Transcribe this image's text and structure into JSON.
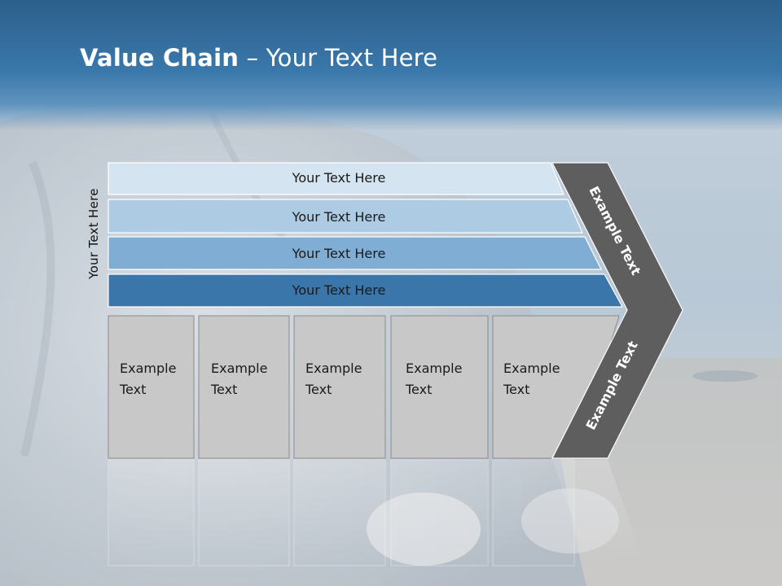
{
  "title": {
    "bold": "Value Chain",
    "rest": " – Your Text Here"
  },
  "side_label": "Your Text Here",
  "bands": [
    {
      "label": "Your Text Here",
      "color": "#d5e4f1"
    },
    {
      "label": "Your Text Here",
      "color": "#aecbe4"
    },
    {
      "label": "Your Text Here",
      "color": "#7fadd4"
    },
    {
      "label": "Your Text Here",
      "color": "#3b76aa"
    }
  ],
  "columns": [
    {
      "line1": "Example",
      "line2": "Text"
    },
    {
      "line1": "Example",
      "line2": "Text"
    },
    {
      "line1": "Example",
      "line2": "Text"
    },
    {
      "line1": "Example",
      "line2": "Text"
    },
    {
      "line1": "Example",
      "line2": "Text"
    }
  ],
  "chevron": {
    "upper": "Example Text",
    "lower": "Example Text",
    "color": "#5e5e5e"
  },
  "column_color": "#c8c8c8"
}
